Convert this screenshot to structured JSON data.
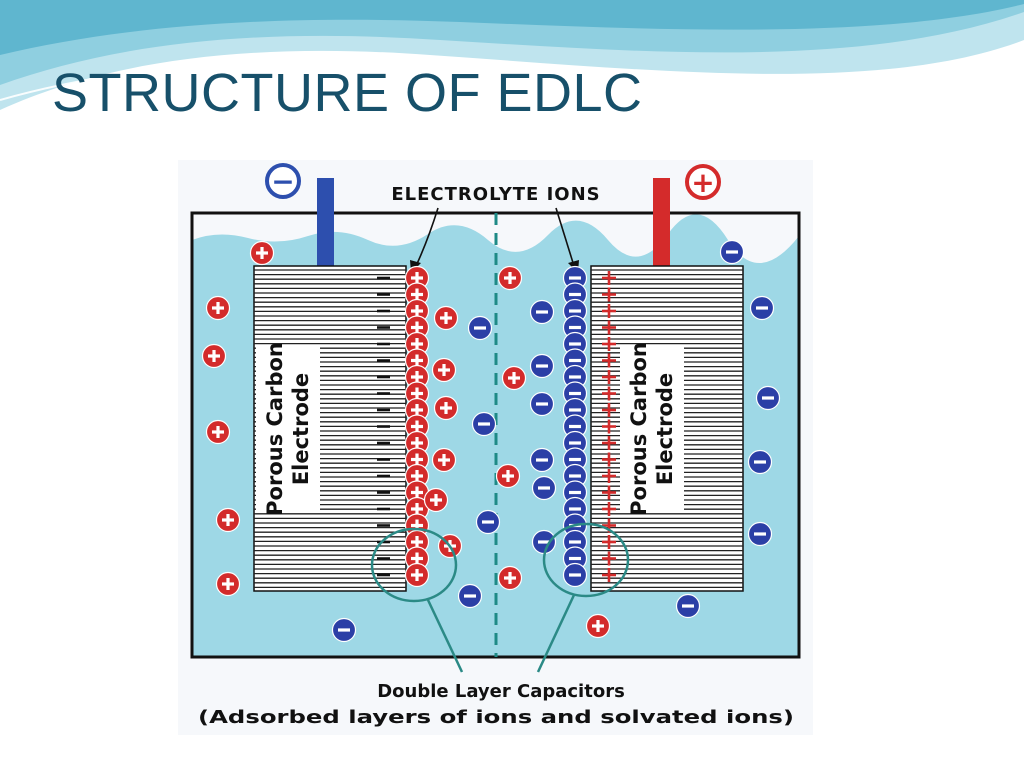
{
  "slide": {
    "title": "STRUCTURE OF EDLC"
  },
  "diagram": {
    "negative_terminal_symbol": "−",
    "positive_terminal_symbol": "+",
    "top_label": "ELECTROLYTE IONS",
    "left_electrode_label": [
      "Porous Carbon",
      "Electrode"
    ],
    "right_electrode_label": [
      "Porous Carbon",
      "Electrode"
    ],
    "bottom_label_line1": "Double Layer Capacitors",
    "bottom_label_line2": "(Adsorbed layers of ions and solvated ions)",
    "positive_ion_glyph": "+",
    "negative_ion_glyph": "−",
    "colors": {
      "electrolyte": "#9ed8e6",
      "positive_ion": "#d32b2b",
      "negative_ion": "#2b3fa6",
      "negative_terminal": "#2d4fae",
      "positive_terminal": "#d42b2b",
      "annotation": "#2b8a86",
      "title": "#17506a"
    }
  }
}
